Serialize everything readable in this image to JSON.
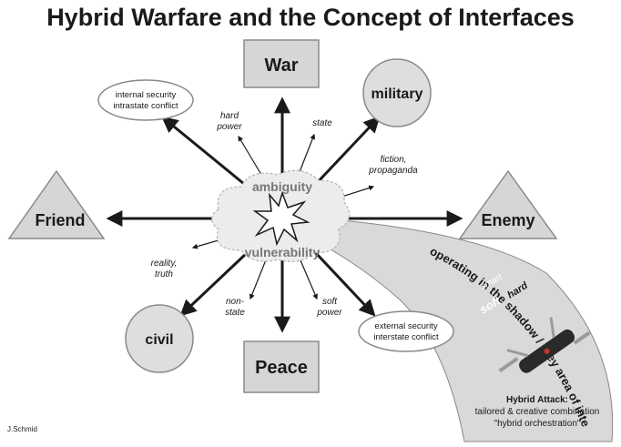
{
  "title": "Hybrid Warfare and the Concept of Interfaces",
  "poles": {
    "war": "War",
    "peace": "Peace",
    "friend": "Friend",
    "enemy": "Enemy",
    "military": "military",
    "civil": "civil"
  },
  "ovals": {
    "internal_line1": "internal security",
    "internal_line2": "intrastate conflict",
    "external_line1": "external security",
    "external_line2": "interstate conflict"
  },
  "labels": {
    "hard_power_1": "hard",
    "hard_power_2": "power",
    "state": "state",
    "fiction_1": "fiction,",
    "fiction_2": "propaganda",
    "reality_1": "reality,",
    "reality_2": "truth",
    "non_state_1": "non-",
    "non_state_2": "state",
    "soft_power_1": "soft",
    "soft_power_2": "power"
  },
  "cloud": {
    "ambiguity": "ambiguity",
    "vulnerability": "vulnerability"
  },
  "band": {
    "shadow_text": "operating in the shadow / grey area of interfaces",
    "smart": "smart",
    "hard": "hard",
    "soft": "soft",
    "attack_1": "Hybrid Attack:",
    "attack_2": "tailored & creative combination",
    "attack_3": "\"hybrid orchestration\""
  },
  "author": "J.Schmid",
  "colors": {
    "box_fill": "#d6d6d6",
    "box_stroke": "#8a8a8a",
    "band_fill": "#d9d9d9",
    "ink": "#1a1a1a"
  }
}
